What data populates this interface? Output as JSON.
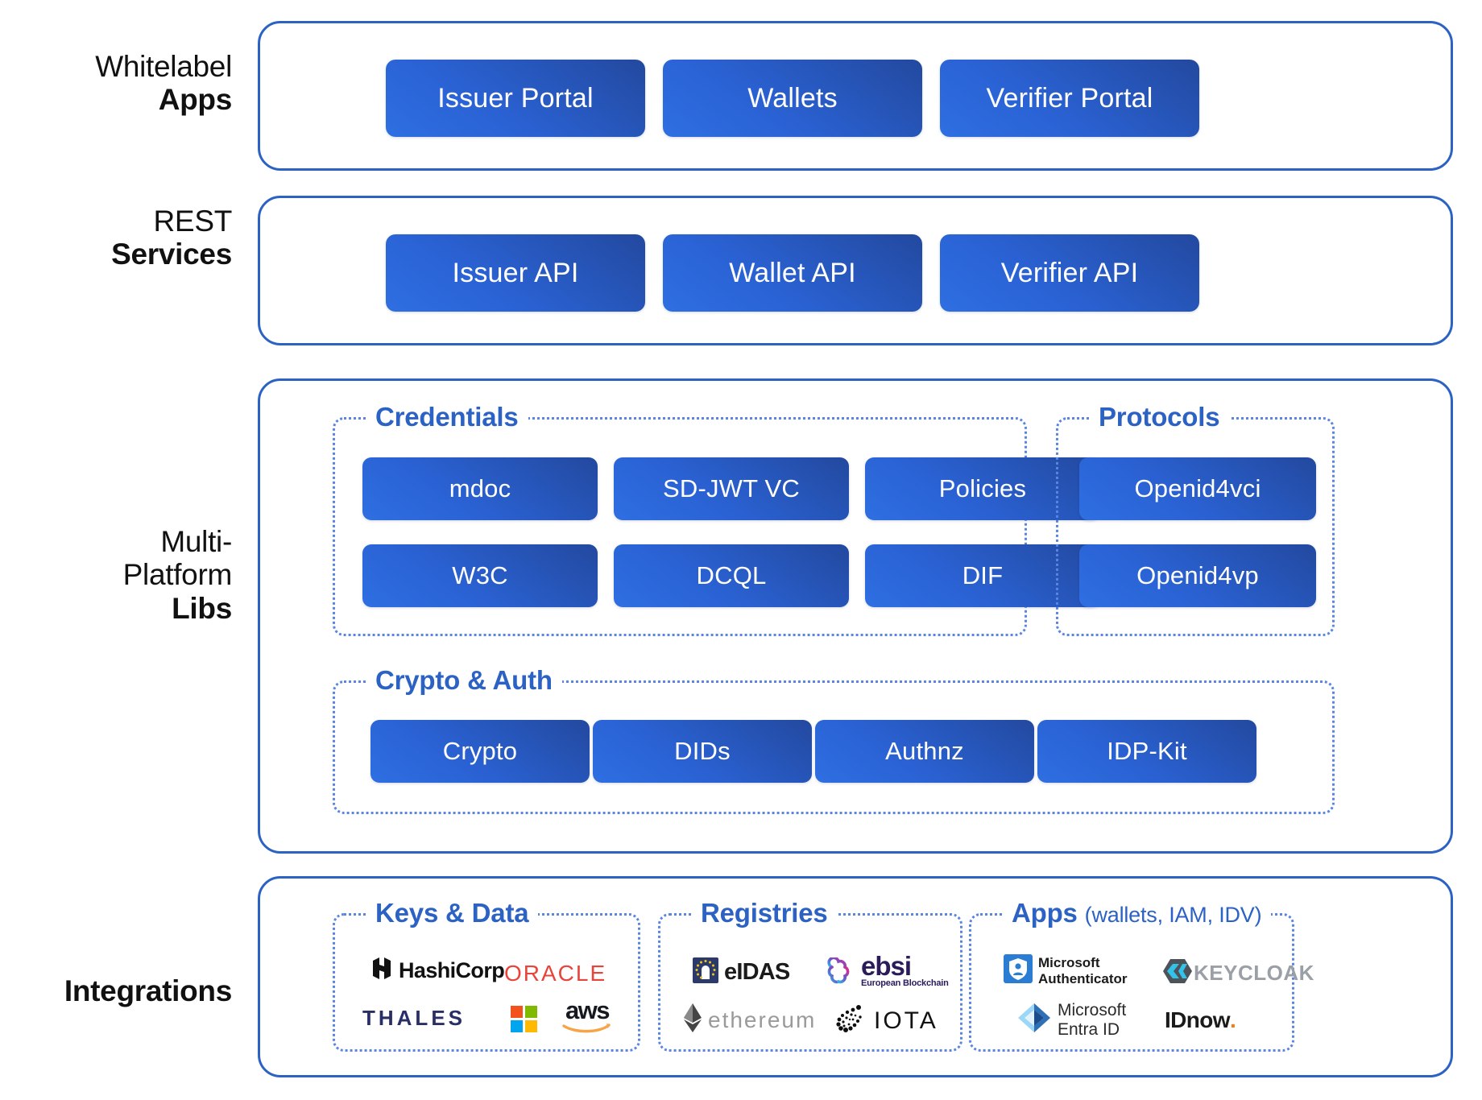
{
  "diagram": {
    "title": "Platform architecture stack",
    "accent_border": "#2B62C4",
    "accent_dotted": "#5B86E0",
    "pill_gradient_from": "#2E6FE2",
    "pill_gradient_to": "#23499F"
  },
  "rows": [
    {
      "id": "whitelabel-apps",
      "line1": "Whitelabel",
      "line2": "Apps"
    },
    {
      "id": "rest-services",
      "line1": "REST",
      "line2": "Services"
    },
    {
      "id": "multi-platform-libs",
      "line1": "Multi-",
      "line1b": "Platform",
      "line2": "Libs"
    },
    {
      "id": "integrations",
      "line1": "",
      "line2": "Integrations"
    }
  ],
  "layers": {
    "apps": {
      "items": [
        {
          "label": "Issuer Portal"
        },
        {
          "label": "Wallets"
        },
        {
          "label": "Verifier Portal"
        }
      ]
    },
    "services": {
      "items": [
        {
          "label": "Issuer API"
        },
        {
          "label": "Wallet API"
        },
        {
          "label": "Verifier API"
        }
      ]
    },
    "libs": {
      "groups": [
        {
          "id": "credentials",
          "label": "Credentials",
          "items": [
            {
              "label": "mdoc"
            },
            {
              "label": "SD-JWT VC"
            },
            {
              "label": "Policies"
            },
            {
              "label": "W3C"
            },
            {
              "label": "DCQL"
            },
            {
              "label": "DIF"
            }
          ]
        },
        {
          "id": "protocols",
          "label": "Protocols",
          "items": [
            {
              "label": "Openid4vci"
            },
            {
              "label": "Openid4vp"
            }
          ]
        },
        {
          "id": "crypto-auth",
          "label": "Crypto & Auth",
          "items": [
            {
              "label": "Crypto"
            },
            {
              "label": "DIDs"
            },
            {
              "label": "Authnz"
            },
            {
              "label": "IDP-Kit"
            }
          ]
        }
      ]
    },
    "integrations": {
      "groups": [
        {
          "id": "keys-data",
          "label": "Keys & Data",
          "label_sub": "",
          "logos": [
            {
              "name": "hashicorp-logo",
              "text": "HashiCorp"
            },
            {
              "name": "oracle-logo",
              "text": "ORACLE"
            },
            {
              "name": "thales-logo",
              "text": "THALES"
            },
            {
              "name": "microsoft-logo",
              "text": ""
            },
            {
              "name": "aws-logo",
              "text": "aws"
            }
          ]
        },
        {
          "id": "registries",
          "label": "Registries",
          "label_sub": "",
          "logos": [
            {
              "name": "eidas-logo",
              "text": "eIDAS"
            },
            {
              "name": "ebsi-logo",
              "text": "ebsi",
              "subtext": "European Blockchain"
            },
            {
              "name": "ethereum-logo",
              "text": "ethereum"
            },
            {
              "name": "iota-logo",
              "text": "IOTA"
            }
          ]
        },
        {
          "id": "apps",
          "label": "Apps",
          "label_sub": "(wallets, IAM, IDV)",
          "logos": [
            {
              "name": "microsoft-authenticator-logo",
              "text": "Microsoft",
              "subtext": "Authenticator"
            },
            {
              "name": "keycloak-logo",
              "text": "KEYCLOAK"
            },
            {
              "name": "microsoft-entra-id-logo",
              "text": "Microsoft",
              "subtext": "Entra ID"
            },
            {
              "name": "idnow-logo",
              "text": "IDnow",
              "subtext": "."
            }
          ]
        }
      ]
    }
  }
}
